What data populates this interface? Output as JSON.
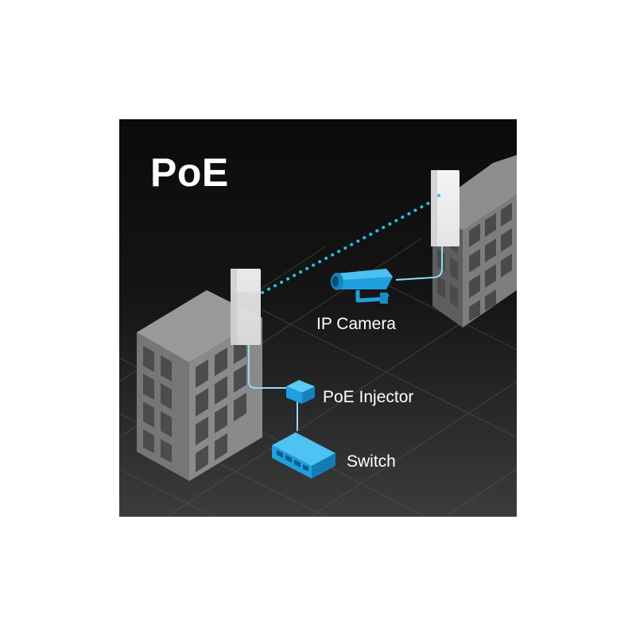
{
  "diagram": {
    "title": "PoE",
    "labels": {
      "ip_camera": "IP Camera",
      "poe_injector": "PoE Injector",
      "switch": "Switch"
    },
    "colors": {
      "background_dark": "#0c0c0c",
      "background_light": "#3a3a3a",
      "building_face_light": "#858585",
      "building_face_dark": "#6a6a6a",
      "window": "#484848",
      "device_blue": "#1ea0e0",
      "cable": "#8fdcf2",
      "wireless_link": "#28c0e6",
      "access_point": "#f2f2f2",
      "text": "#ffffff"
    },
    "icons": [
      "access-point-left",
      "access-point-right",
      "ip-camera-icon",
      "poe-injector-icon",
      "switch-icon",
      "building-left",
      "building-right"
    ]
  }
}
